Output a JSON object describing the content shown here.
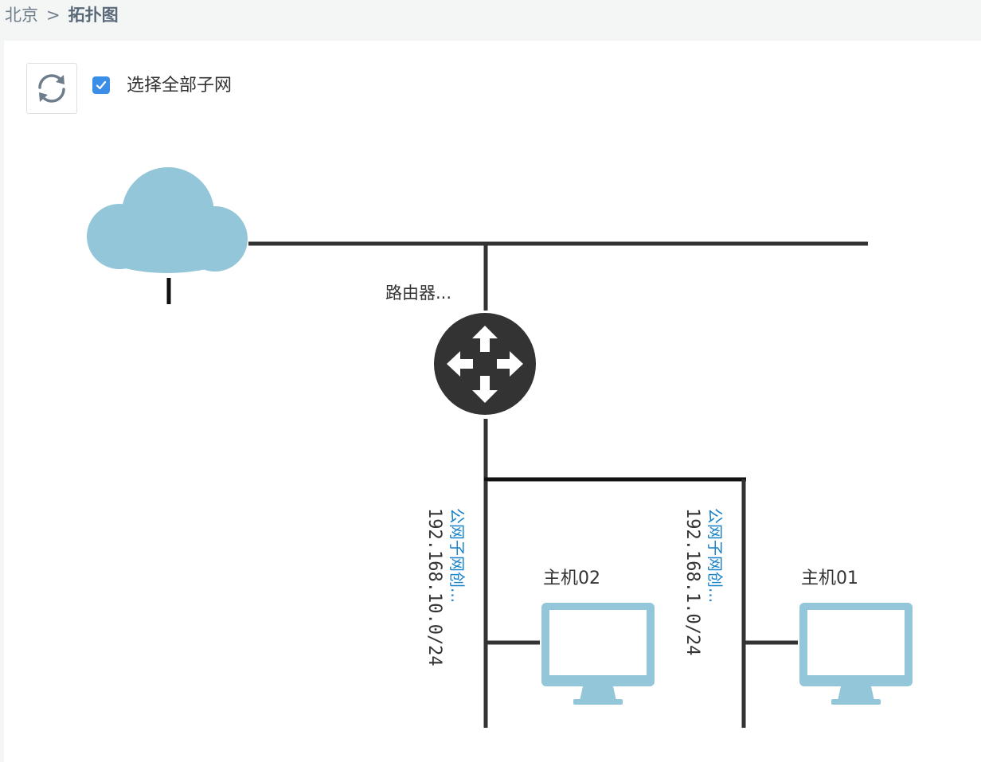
{
  "breadcrumb": {
    "parent": "北京",
    "separator": ">",
    "current": "拓扑图"
  },
  "toolbar": {
    "refresh_icon": "refresh-icon",
    "select_all_checked": true,
    "select_all_label": "选择全部子网"
  },
  "topology": {
    "cloud_icon": "cloud-icon",
    "router": {
      "label": "路由器...",
      "icon": "router-icon"
    },
    "subnets": [
      {
        "name": "公网子网创...",
        "cidr": "192.168.10.0/24"
      },
      {
        "name": "公网子网创...",
        "cidr": "192.168.1.0/24"
      }
    ],
    "hosts": [
      {
        "label": "主机02",
        "icon": "monitor-icon"
      },
      {
        "label": "主机01",
        "icon": "monitor-icon"
      }
    ]
  },
  "colors": {
    "line": "#333333",
    "cloud": "#92c6d8",
    "monitor": "#92c6d8",
    "subnet_name": "#1a82c8",
    "checkbox": "#3b8ee8"
  }
}
